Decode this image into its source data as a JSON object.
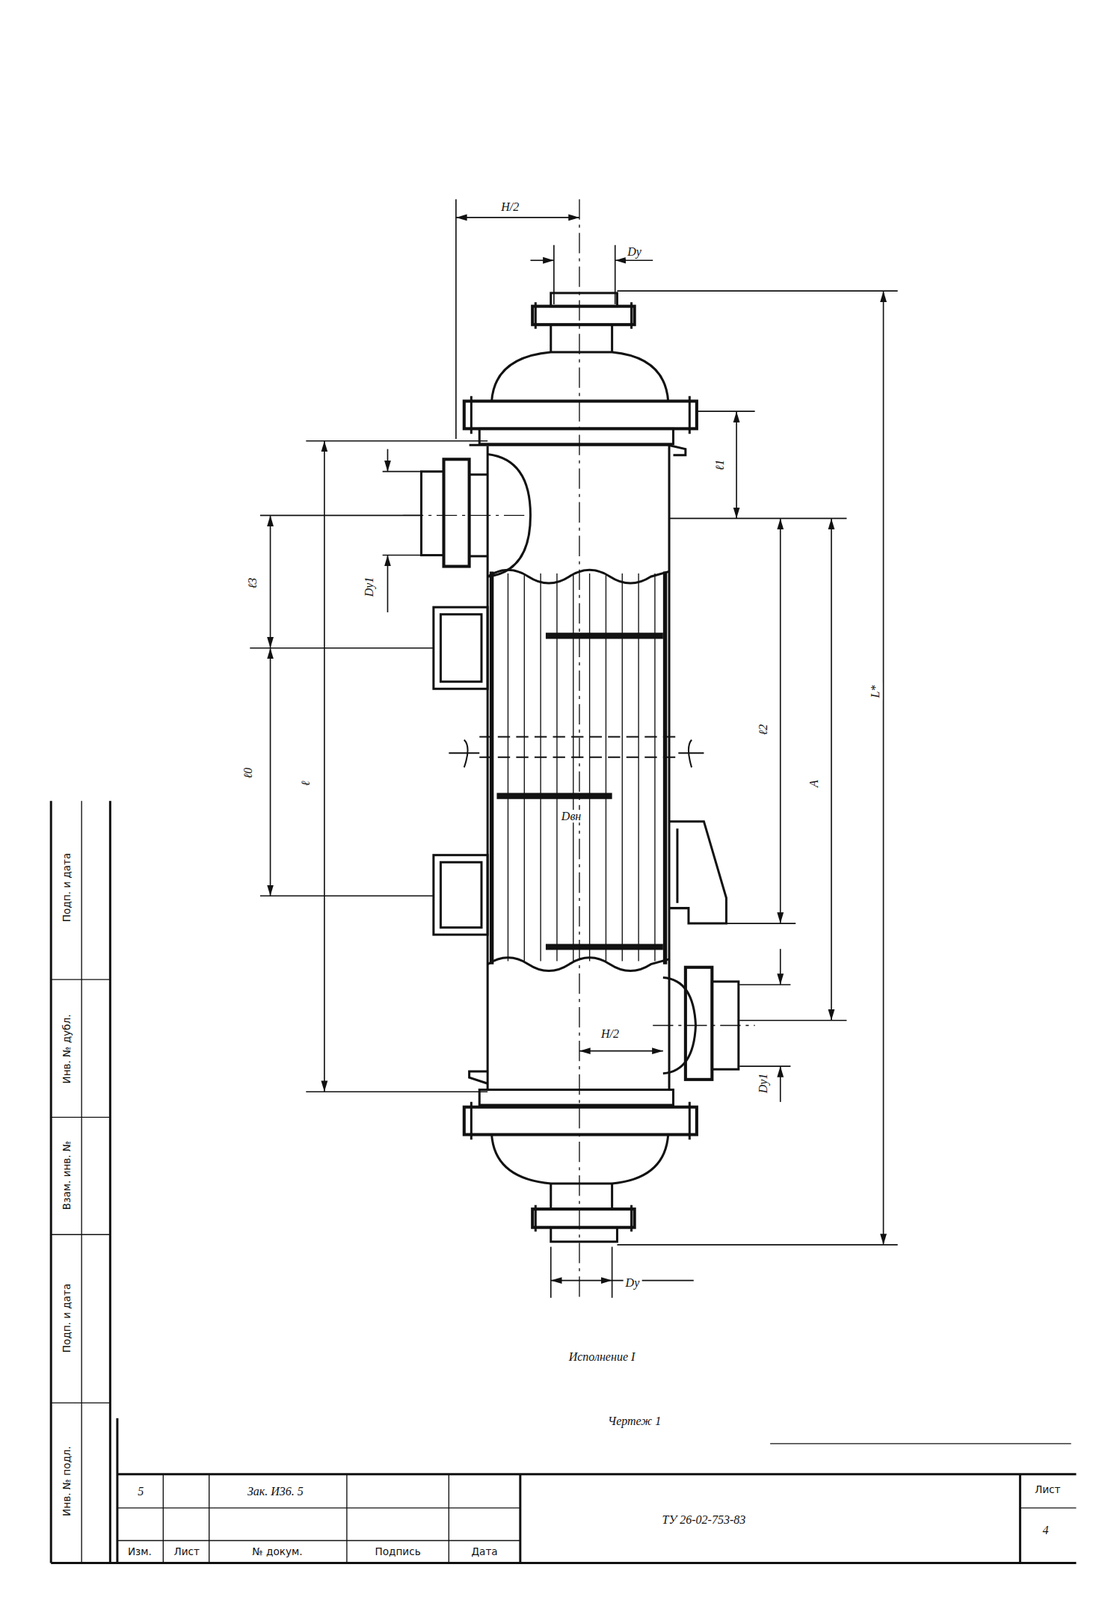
{
  "diagram": {
    "labels": [
      "H/2",
      "Dу",
      "ℓ1",
      "ℓ3",
      "Dу1",
      "ℓ0",
      "ℓ",
      "Dвн",
      "ℓ2",
      "A",
      "L*",
      "H/2",
      "Dу1",
      "Dу",
      "Исполнение I",
      "Чертеж 1",
      "5",
      "Зак. И36. 5",
      "Изм.",
      "Лист",
      "№ докум.",
      "Подпись",
      "Дата",
      "ТУ 26-02-753-83",
      "Лист",
      "4",
      "Подп. и дата",
      "Инв. № дубл.",
      "Взам. инв. №",
      "Подп. и дата",
      "Инв. № подл."
    ]
  }
}
